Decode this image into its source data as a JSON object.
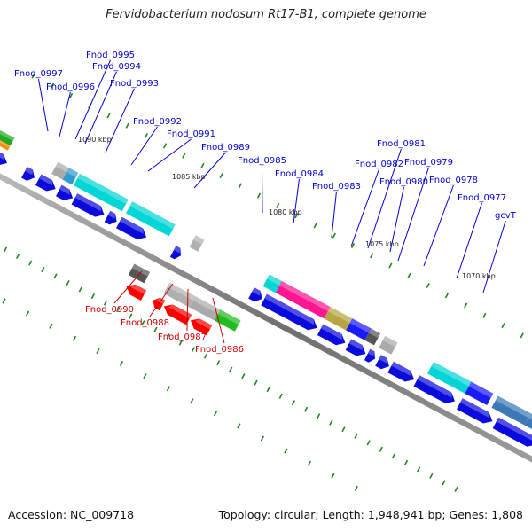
{
  "title": "Fervidobacterium nodosum Rt17-B1, complete genome",
  "footer": {
    "accession": "Accession: NC_009718",
    "topology": "Topology: circular; Length: 1,948,941 bp; Genes: 1,808"
  },
  "scale_labels": [
    "1090 kbp",
    "1085 kbp",
    "1080 kbp",
    "1075 kbp",
    "1070 kbp"
  ],
  "forward_gene_labels": [
    "Fnod_0997",
    "Fnod_0996",
    "Fnod_0995",
    "Fnod_0994",
    "Fnod_0993",
    "Fnod_0992",
    "Fnod_0991",
    "Fnod_0989",
    "Fnod_0985",
    "Fnod_0984",
    "Fnod_0983",
    "Fnod_0982",
    "Fnod_0981",
    "Fnod_0980",
    "Fnod_0979",
    "Fnod_0978",
    "Fnod_0977",
    "gcvT"
  ],
  "reverse_gene_labels": [
    "Fnod_0990",
    "Fnod_0988",
    "Fnod_0987",
    "Fnod_0986"
  ],
  "colors": {
    "forward_label": "#0000cc",
    "reverse_label": "#cc0000",
    "cds": "#0a0adc",
    "backbone": "#888888",
    "tick": "#1a8a1a"
  }
}
